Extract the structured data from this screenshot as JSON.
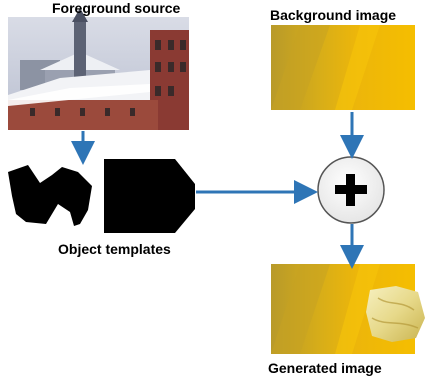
{
  "labels": {
    "foreground_source": "Foreground source",
    "background_image": "Background image",
    "object_templates": "Object templates",
    "generated_image": "Generated image"
  },
  "operator": {
    "symbol": "+",
    "meaning": "combine"
  },
  "icons": {
    "foreground": "painting-of-snowy-street-icon",
    "templates": [
      "blob-shape-icon",
      "pentagon-tag-shape-icon"
    ],
    "operator": "plus-circle-icon"
  },
  "colors": {
    "arrow": "#2E75B6",
    "template_fill": "#000000",
    "background_gold": "#F0B400",
    "background_dark_gold": "#C9A11C",
    "operator_ring": "#555555",
    "operator_bg": "#FFFFFF"
  }
}
